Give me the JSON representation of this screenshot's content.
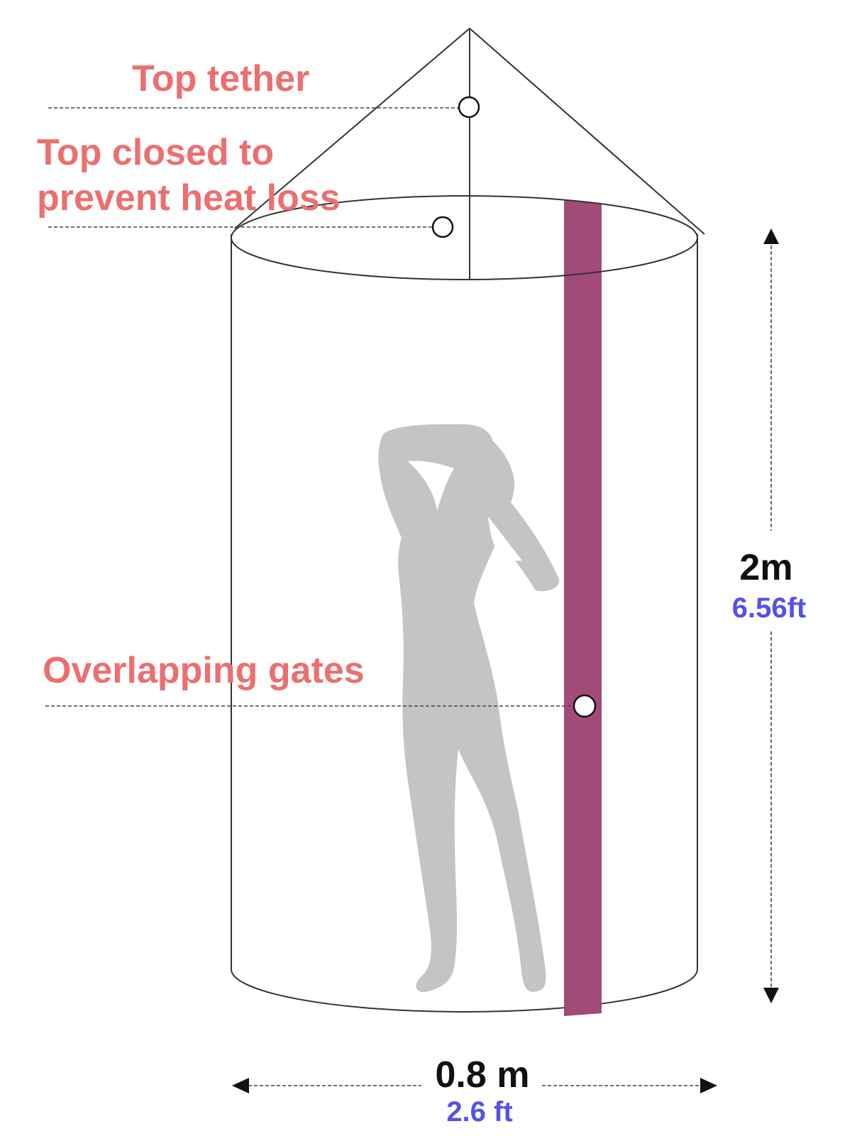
{
  "labels": {
    "top_tether": "Top tether",
    "top_closed_line1": "Top closed to",
    "top_closed_line2": "prevent heat loss",
    "overlapping_gates": "Overlapping gates"
  },
  "dimensions": {
    "height_metric": "2m",
    "height_imperial": "6.56ft",
    "width_metric": "0.8 m",
    "width_imperial": "2.6 ft"
  },
  "colors": {
    "label": "#ec6f6f",
    "imperial": "#5552e6",
    "gate_strip": "#a24a78",
    "silhouette": "#c4c4c4",
    "outline": "#333333"
  },
  "icons": {
    "person": "standing-person-silhouette",
    "arrow_up": "arrow-up-icon",
    "arrow_down": "arrow-down-icon",
    "arrow_left": "arrow-left-icon",
    "arrow_right": "arrow-right-icon"
  }
}
